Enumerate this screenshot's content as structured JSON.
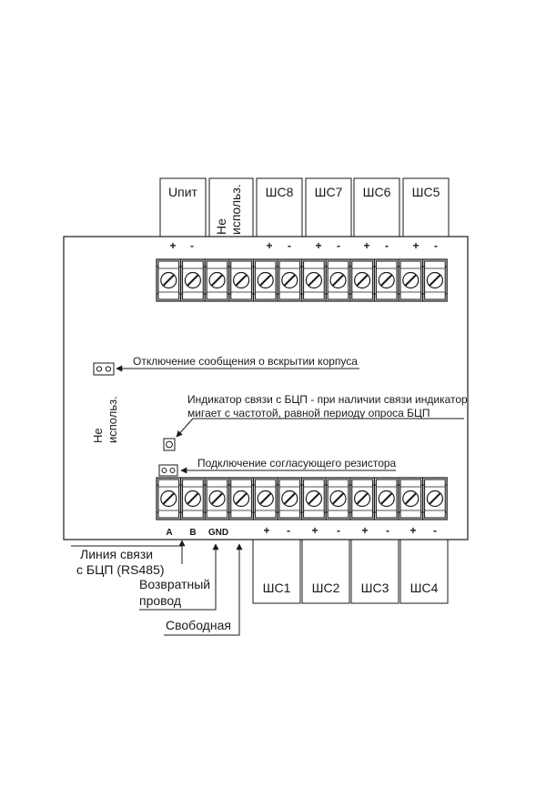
{
  "top_terminals": [
    {
      "label": "Uпит",
      "plus": "+",
      "minus": "-"
    },
    {
      "label_line1": "Не",
      "label_line2": "использ."
    },
    {
      "label": "ШС8",
      "plus": "+",
      "minus": "-"
    },
    {
      "label": "ШС7",
      "plus": "+",
      "minus": "-"
    },
    {
      "label": "ШС6",
      "plus": "+",
      "minus": "-"
    },
    {
      "label": "ШС5",
      "plus": "+",
      "minus": "-"
    }
  ],
  "bottom_terminals": [
    {
      "label": "ШС1",
      "plus": "+",
      "minus": "-"
    },
    {
      "label": "ШС2",
      "plus": "+",
      "minus": "-"
    },
    {
      "label": "ШС3",
      "plus": "+",
      "minus": "-"
    },
    {
      "label": "ШС4",
      "plus": "+",
      "minus": "-"
    }
  ],
  "bottom_pins": {
    "a": "A",
    "b": "B",
    "gnd": "GND"
  },
  "annotations": {
    "tamper": "Отключение сообщения о вскрытии корпуса",
    "indicator_line1": "Индикатор связи с БЦП - при наличии связи индикатор",
    "indicator_line2": "мигает с частотой, равной периоду опроса БЦП",
    "resistor": "Подключение согласующего резистора",
    "side_line1": "Не",
    "side_line2": "использ."
  },
  "left_labels": {
    "line_link_1": "Линия связи",
    "line_link_2": "с БЦП (RS485)",
    "return_1": "Возвратный",
    "return_2": "провод",
    "free": "Свободная"
  }
}
